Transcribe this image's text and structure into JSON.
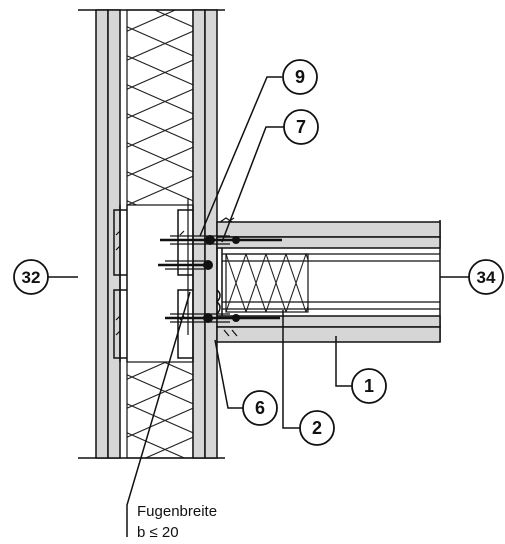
{
  "callouts": {
    "c32": "32",
    "c34": "34",
    "c9": "9",
    "c7": "7",
    "c6": "6",
    "c1": "1",
    "c2": "2"
  },
  "note": {
    "line1": "Fugenbreite",
    "line2": "b ≤ 20"
  },
  "colors": {
    "board": "#d6d6d6",
    "line": "#111111",
    "background": "#ffffff"
  }
}
